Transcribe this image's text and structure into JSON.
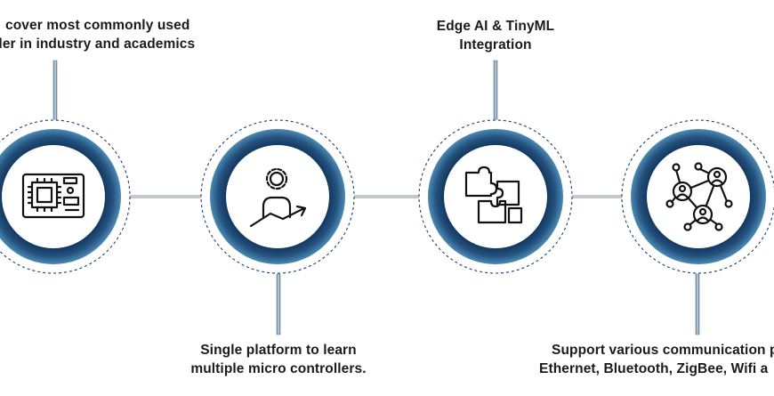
{
  "captions": {
    "c1": {
      "line1": "cover most commonly used",
      "line2": "ller in industry and academics"
    },
    "c2": {
      "line1": "Single platform to learn",
      "line2": "multiple micro controllers."
    },
    "c3": {
      "line1": "Edge AI & TinyML",
      "line2": "Integration"
    },
    "c4": {
      "line1": "Support various communication p",
      "line2": "Ethernet, Bluetooth, ZigBee, Wifi a"
    }
  },
  "icons": {
    "n1": "microcontroller-board-icon",
    "n2": "person-gear-growth-icon",
    "n3": "puzzle-pieces-icon",
    "n4": "network-people-icon"
  },
  "colors": {
    "ring_dark": "#0e2f55",
    "ring_light": "#3f7fa8",
    "connector": "#c4c8cd",
    "dashed": "#1e3f6a",
    "icon_stroke": "#111111",
    "text": "#1b1b1b"
  }
}
